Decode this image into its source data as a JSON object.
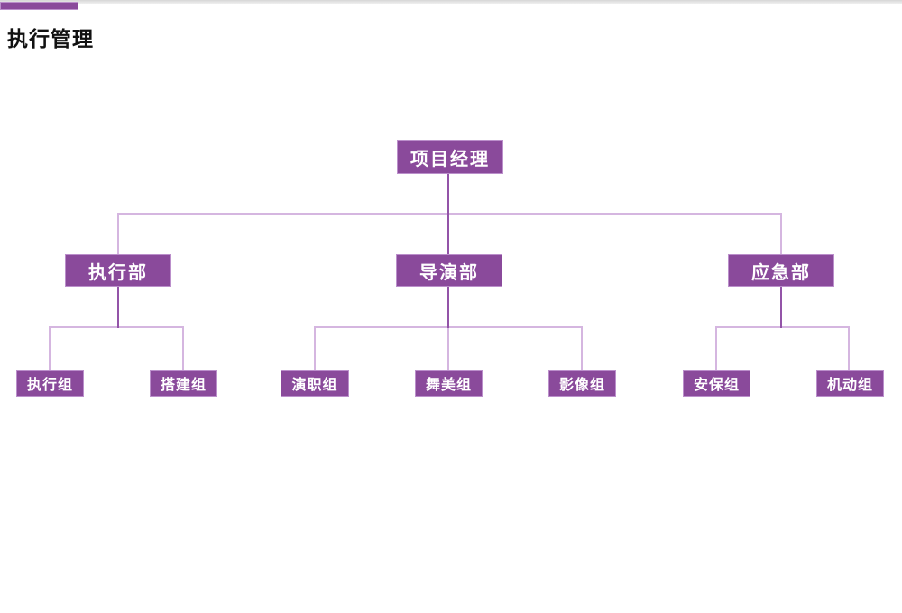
{
  "page": {
    "title": "执行管理"
  },
  "colors": {
    "box_fill": "#8a4a9b",
    "box_border": "#bb8fcb",
    "line_dark": "#9354a8",
    "line_light": "#d5b6e0",
    "title_text": "#111111"
  },
  "org_chart": {
    "type": "org-tree",
    "root": {
      "label": "项目经理"
    },
    "departments": [
      {
        "label": "执行部",
        "teams": [
          {
            "label": "执行组"
          },
          {
            "label": "搭建组"
          }
        ]
      },
      {
        "label": "导演部",
        "teams": [
          {
            "label": "演职组"
          },
          {
            "label": "舞美组"
          },
          {
            "label": "影像组"
          }
        ]
      },
      {
        "label": "应急部",
        "teams": [
          {
            "label": "安保组"
          },
          {
            "label": "机动组"
          }
        ]
      }
    ]
  }
}
